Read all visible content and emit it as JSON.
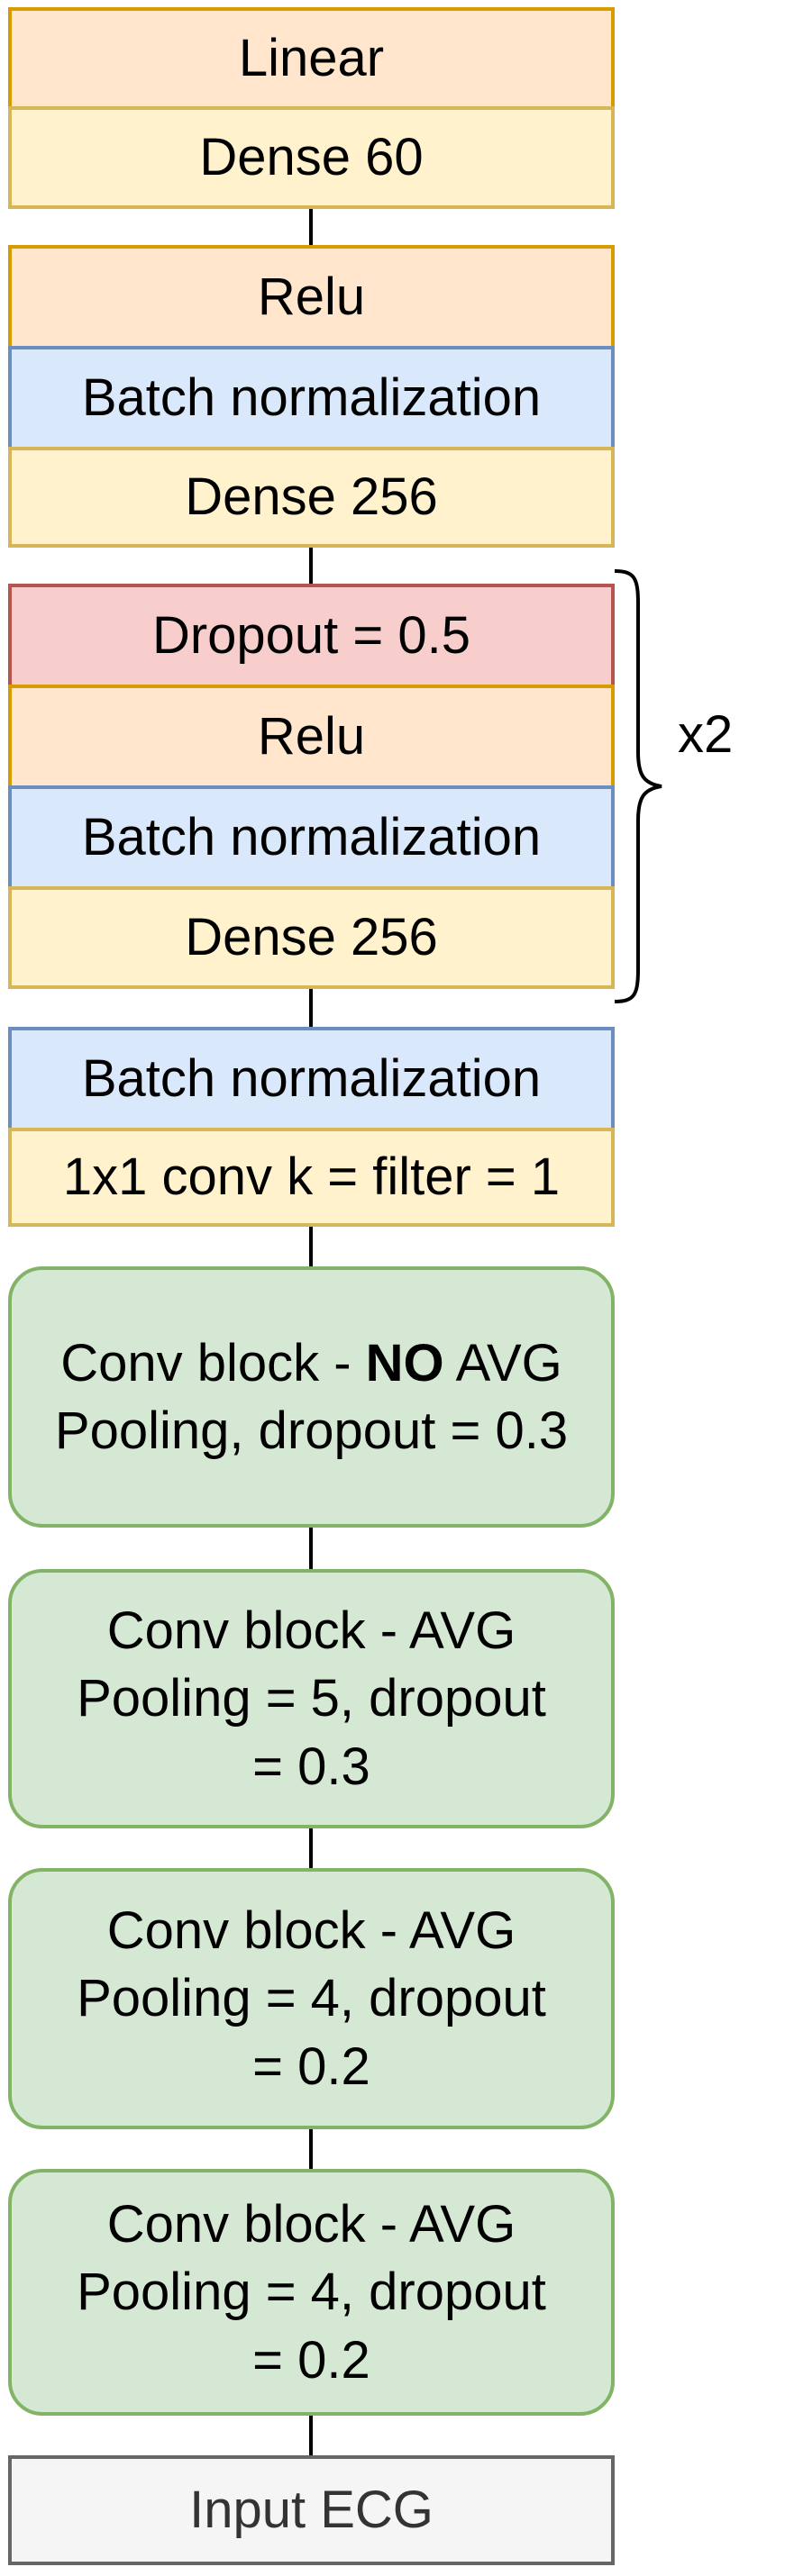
{
  "layers": {
    "linear": "Linear",
    "dense60": "Dense 60",
    "relu_top": "Relu",
    "bn_top": "Batch normalization",
    "dense256_top": "Dense 256",
    "dropout": "Dropout = 0.5",
    "relu_mid": "Relu",
    "bn_mid": "Batch normalization",
    "dense256_mid": "Dense 256",
    "bn_low": "Batch normalization",
    "conv1x1": "1x1 conv k = filter = 1"
  },
  "conv_blocks": [
    {
      "line1_pre": "Conv block - ",
      "line1_bold": "NO",
      "line1_post": " AVG",
      "line2": "Pooling, dropout = 0.3"
    },
    {
      "line1": "Conv block - AVG",
      "line2": "Pooling = 5, dropout",
      "line3": "= 0.3"
    },
    {
      "line1": "Conv block - AVG",
      "line2": "Pooling = 4, dropout",
      "line3": "= 0.2"
    },
    {
      "line1": "Conv block - AVG",
      "line2": "Pooling = 4, dropout",
      "line3": "= 0.2"
    }
  ],
  "input": "Input ECG",
  "repeat_label": "x2",
  "colors": {
    "activation": "#ffe6cc",
    "dense": "#fff2cc",
    "batchnorm": "#dae8fc",
    "dropout": "#f8cecc",
    "conv": "#d5e8d4",
    "input": "#f5f5f5"
  }
}
